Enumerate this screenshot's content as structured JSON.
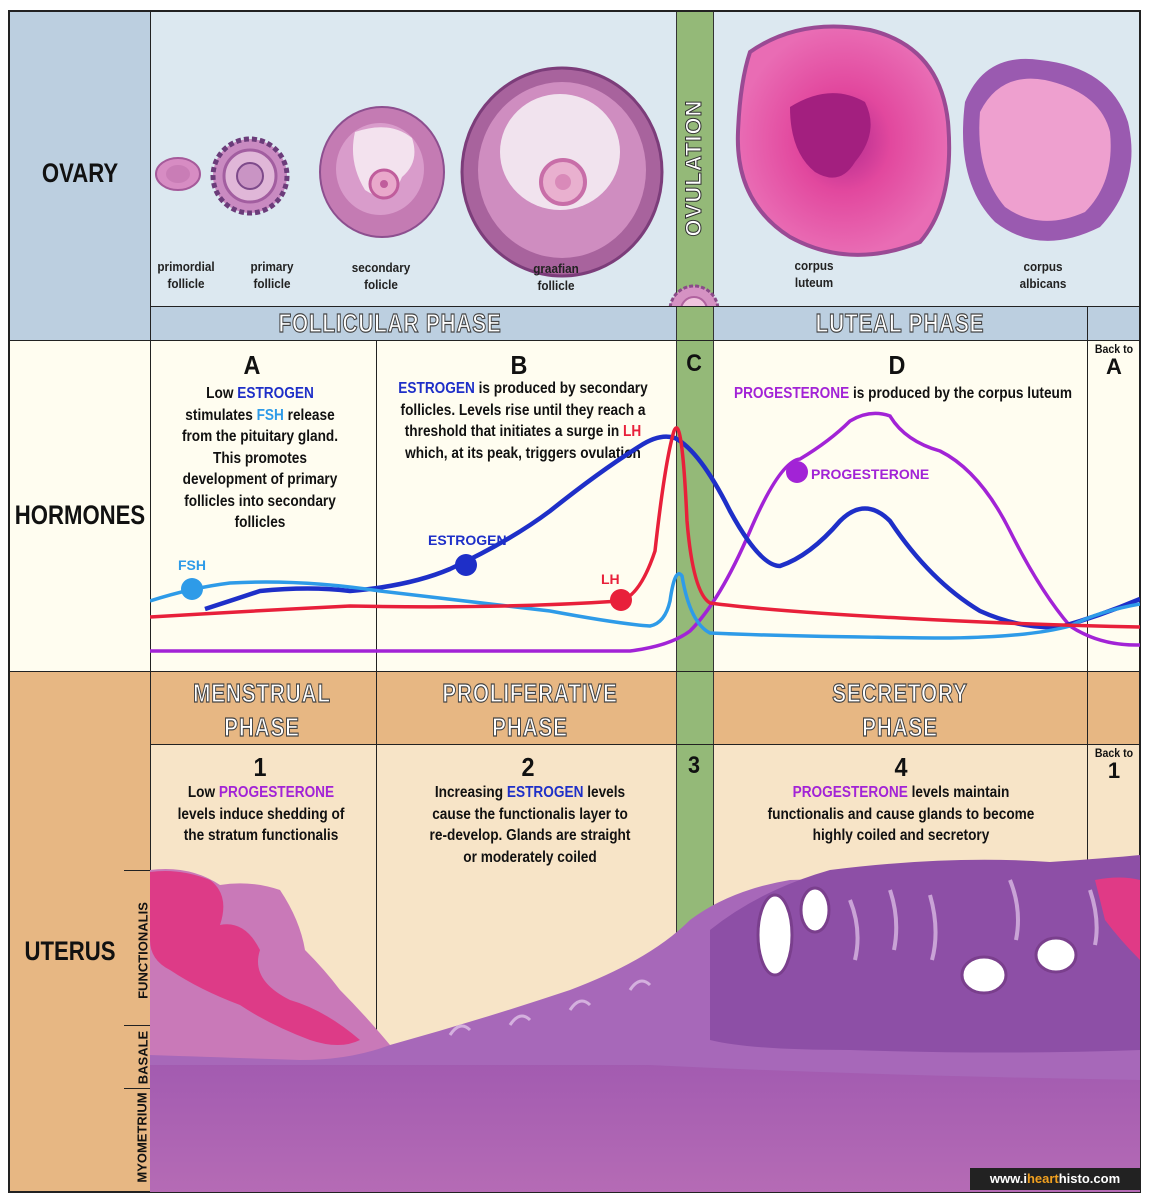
{
  "row_labels": {
    "ovary": "OVARY",
    "hormones": "HORMONES",
    "uterus": "UTERUS"
  },
  "ovary": {
    "follicles": [
      {
        "line1": "primordial",
        "line2": "follicle"
      },
      {
        "line1": "primary",
        "line2": "follicle"
      },
      {
        "line1": "secondary",
        "line2": "folicle"
      },
      {
        "line1": "graafian",
        "line2": "follicle"
      },
      {
        "line1": "corpus",
        "line2": "luteum"
      },
      {
        "line1": "corpus",
        "line2": "albicans"
      }
    ],
    "ovulation": "OVULATION",
    "follicular_phase": "FOLLICULAR PHASE",
    "luteal_phase": "LUTEAL PHASE"
  },
  "hormones": {
    "sections": {
      "A": {
        "letter": "A",
        "text_pre": "Low ",
        "estrogen": "ESTROGEN",
        "text_mid": " stimulates",
        "fsh": "FSH",
        "text_post": " release from the pituitary gland. This promotes development of primary follicles into secondary follicles"
      },
      "B": {
        "letter": "B",
        "estrogen": "ESTROGEN",
        "text_a": " is produced by secondary follicles. Levels rise until they reach a threshold that initiates a surge in ",
        "lh": "LH",
        "text_b": " which, at its peak, triggers ovulation"
      },
      "C": {
        "letter": "C"
      },
      "D": {
        "letter": "D",
        "progesterone": "PROGESTERONE",
        "text": " is produced by the corpus luteum"
      },
      "back": {
        "line1": "Back to",
        "letter": "A"
      }
    },
    "curve_labels": {
      "fsh": "FSH",
      "estrogen": "ESTROGEN",
      "lh": "LH",
      "progesterone": "PROGESTERONE"
    },
    "colors": {
      "fsh": "#2e9be8",
      "estrogen": "#1e2fc8",
      "lh": "#e8203a",
      "progesterone": "#a223d6"
    }
  },
  "uterus": {
    "phases": {
      "menstrual": "MENSTRUAL PHASE",
      "proliferative": "PROLIFERATIVE PHASE",
      "secretory": "SECRETORY PHASE"
    },
    "sections": {
      "one": {
        "num": "1",
        "pre": "Low ",
        "progesterone": "PROGESTERONE",
        "post": " levels induce shedding of the stratum functionalis"
      },
      "two": {
        "num": "2",
        "pre": "Increasing ",
        "estrogen": "ESTROGEN",
        "post": " levels cause the functionalis layer to re-develop. Glands are straight or moderately coiled"
      },
      "three": {
        "num": "3"
      },
      "four": {
        "num": "4",
        "progesterone": "PROGESTERONE",
        "post": " levels maintain functionalis and cause glands to become highly coiled and secretory"
      },
      "back": {
        "line1": "Back to",
        "num": "1"
      }
    },
    "layers": {
      "functionalis": "FUNCTIONALIS",
      "basale": "BASALE",
      "myometrium": "MYOMETRIUM"
    }
  },
  "watermark": {
    "pre": "www.",
    "i": "i",
    "heart": "heart",
    "histo": "histo",
    ".com": ".com"
  }
}
